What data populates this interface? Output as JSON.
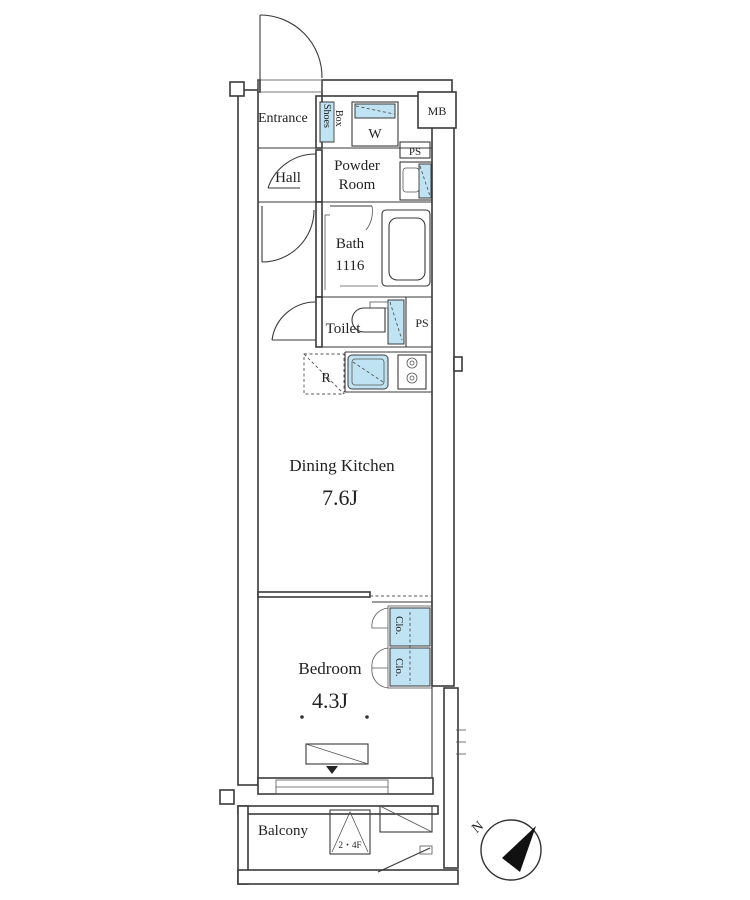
{
  "rooms": {
    "entrance": "Entrance",
    "shoes_box": [
      "Shoes",
      "Box"
    ],
    "washer": "W",
    "meter_box": "MB",
    "pipe_space": "PS",
    "hall": "Hall",
    "powder_room": [
      "Powder",
      "Room"
    ],
    "bath": [
      "Bath",
      "1116"
    ],
    "toilet": "Toilet",
    "pipe_space_2": "PS",
    "fridge": "R",
    "dining_kitchen": "Dining Kitchen",
    "dining_kitchen_size": "7.6J",
    "closet_1": "Clo.",
    "closet_2": "Clo.",
    "bedroom": "Bedroom",
    "bedroom_size": "4.3J",
    "balcony": "Balcony",
    "hatch_note": "2・4F"
  },
  "compass": {
    "label": "N"
  }
}
